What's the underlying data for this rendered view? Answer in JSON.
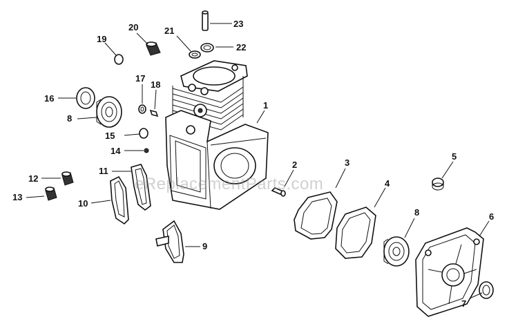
{
  "watermark": "eReplacementParts.com",
  "callouts": [
    {
      "id": "c1",
      "label": "1"
    },
    {
      "id": "c2",
      "label": "2"
    },
    {
      "id": "c3",
      "label": "3"
    },
    {
      "id": "c4",
      "label": "4"
    },
    {
      "id": "c5",
      "label": "5"
    },
    {
      "id": "c6",
      "label": "6"
    },
    {
      "id": "c7",
      "label": "7"
    },
    {
      "id": "c8a",
      "label": "8"
    },
    {
      "id": "c8b",
      "label": "8"
    },
    {
      "id": "c9",
      "label": "9"
    },
    {
      "id": "c10",
      "label": "10"
    },
    {
      "id": "c11",
      "label": "11"
    },
    {
      "id": "c12",
      "label": "12"
    },
    {
      "id": "c13",
      "label": "13"
    },
    {
      "id": "c14",
      "label": "14"
    },
    {
      "id": "c15",
      "label": "15"
    },
    {
      "id": "c16",
      "label": "16"
    },
    {
      "id": "c17",
      "label": "17"
    },
    {
      "id": "c18",
      "label": "18"
    },
    {
      "id": "c19",
      "label": "19"
    },
    {
      "id": "c20",
      "label": "20"
    },
    {
      "id": "c21",
      "label": "21"
    },
    {
      "id": "c22",
      "label": "22"
    },
    {
      "id": "c23",
      "label": "23"
    }
  ]
}
